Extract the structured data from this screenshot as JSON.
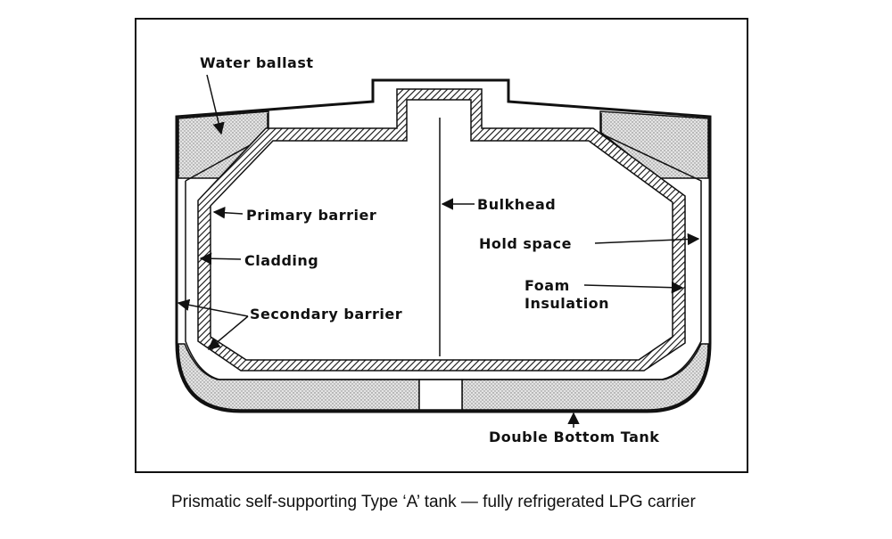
{
  "labels": {
    "water_ballast": "Water ballast",
    "primary_barrier": "Primary barrier",
    "cladding": "Cladding",
    "secondary_barrier": "Secondary barrier",
    "bulkhead": "Bulkhead",
    "hold_space": "Hold space",
    "foam_line1": "Foam",
    "foam_line2": "Insulation",
    "double_bottom_tank": "Double Bottom Tank"
  },
  "caption": "Prismatic self-supporting Type ‘A’ tank — fully refrigerated LPG carrier"
}
